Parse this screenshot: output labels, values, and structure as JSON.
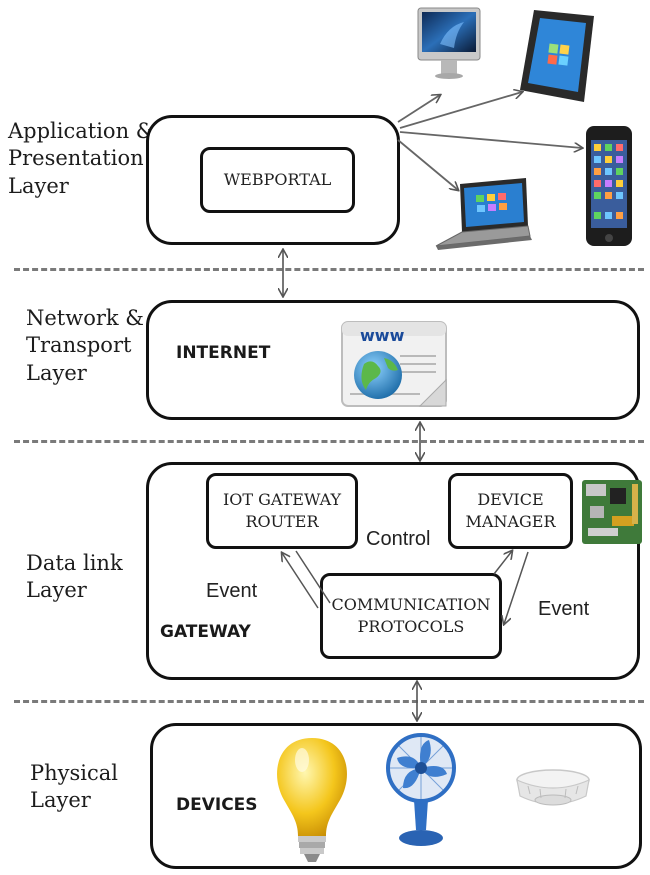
{
  "layers": {
    "application": {
      "label": "Application &\nPresentation\nLayer",
      "component": "WEBPORTAL"
    },
    "network": {
      "label": "Network &\nTransport\nLayer",
      "component": "INTERNET",
      "globe_text": "www"
    },
    "datalink": {
      "label": "Data link\nLayer",
      "component": "GATEWAY",
      "router": "IOT GATEWAY\nROUTER",
      "manager": "DEVICE\nMANAGER",
      "protocols": "COMMUNICATION\nPROTOCOLS",
      "control": "Control",
      "event_left": "Event",
      "event_right": "Event"
    },
    "physical": {
      "label": "Physical\nLayer",
      "component": "DEVICES"
    }
  },
  "icons": [
    "imac-icon",
    "tablet-icon",
    "smartphone-icon",
    "laptop-icon",
    "www-globe-icon",
    "raspberry-pi-board-icon",
    "light-bulb-icon",
    "desk-fan-icon",
    "smoke-detector-icon"
  ],
  "colors": {
    "bulb": "#f2c21b",
    "fan": "#2f6fc4",
    "globe": "#2a8fd0",
    "pcb": "#3f7a3a"
  }
}
